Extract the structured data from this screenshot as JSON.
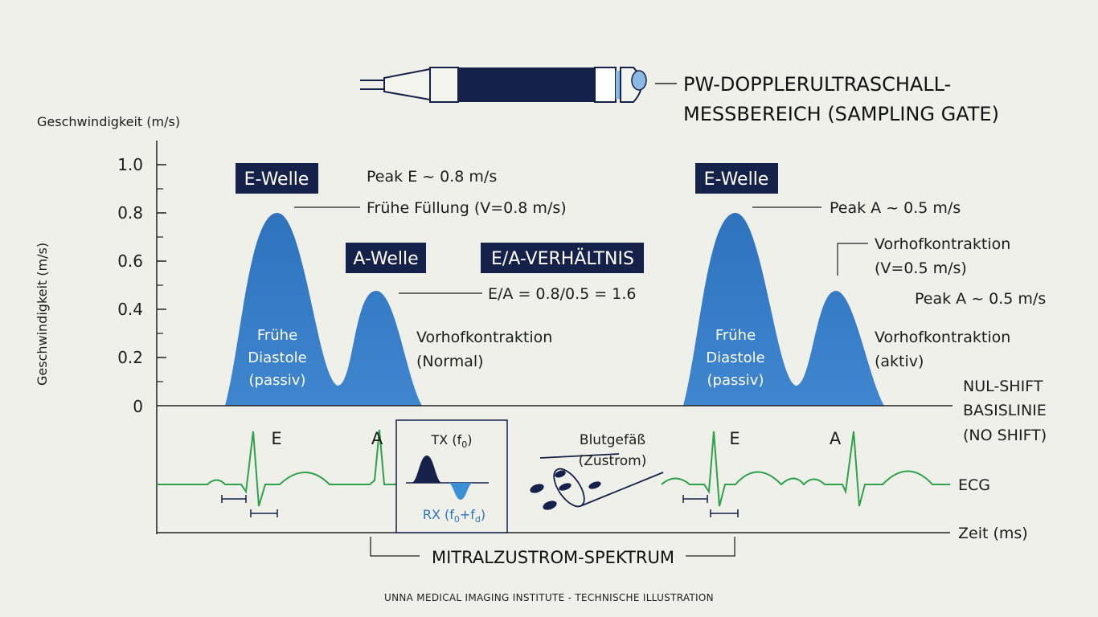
{
  "probe": {
    "line1": "PW-DOPPLERULTRASCHALL-",
    "line2": "MESSBEREICH (SAMPLING GATE)"
  },
  "axes": {
    "ylabel_top": "Geschwindigkeit (m/s)",
    "ylabel_side": "Geschwindigkeit (m/s)",
    "yticks": [
      "1.0",
      "0.8",
      "0.6",
      "0.4",
      "0.2",
      "0"
    ],
    "baseline_line1": "NUL-SHIFT",
    "baseline_line2": "BASISLINIE",
    "baseline_line3": "(NO SHIFT)",
    "xlabel": "Zeit (ms)"
  },
  "left_cycle": {
    "e_box": "E-Welle",
    "peak_e": "Peak E ~ 0.8 m/s",
    "early_fill": "Frühe Füllung (V=0.8 m/s)",
    "a_box": "A-Welle",
    "ea_box": "E/A-VERHÄLTNIS",
    "ea_formula": "E/A = 0.8/0.5 = 1.6",
    "wave_l1": "Frühe",
    "wave_l2": "Diastole",
    "wave_l3": "(passiv)",
    "atrial_l1": "Vorhofkontraktion",
    "atrial_l2": "(Normal)",
    "ecg_e": "E",
    "ecg_a": "A"
  },
  "right_cycle": {
    "e_box": "E-Welle",
    "peak_a1": "Peak A ~ 0.5 m/s",
    "atrial_v_l1": "Vorhofkontraktion",
    "atrial_v_l2": "(V=0.5 m/s)",
    "peak_a2": "Peak A ~ 0.5 m/s",
    "wave_l1": "Frühe",
    "wave_l2": "Diastole",
    "wave_l3": "(passiv)",
    "atrial_l1": "Vorhofkontraktion",
    "atrial_l2": "(aktiv)",
    "ecg_e": "E",
    "ecg_a": "A"
  },
  "inset": {
    "tx": "TX (f",
    "tx_sub": "0",
    "tx_close": ")",
    "rx": "RX (f",
    "rx_sub0": "0",
    "rx_plus": "+f",
    "rx_subd": "d",
    "rx_close": ")"
  },
  "vessel": {
    "line1": "Blutgefäß",
    "line2": "(Zustrom)"
  },
  "ecg_label": "ECG",
  "spectrum_label": "MITRALZUSTROM-SPEKTRUM",
  "footer": "UNNA MEDICAL IMAGING INSTITUTE - TECHNISCHE ILLUSTRATION",
  "colors": {
    "wave": "#2f72bd",
    "navy": "#16214a",
    "ecg": "#2ea14a",
    "tx_pulse": "#16214a",
    "rx_pulse": "#3b8fd6"
  }
}
